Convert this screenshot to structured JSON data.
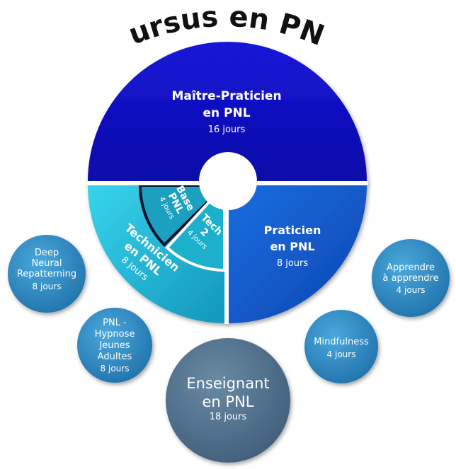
{
  "title": "Cursus en PNL",
  "colors": {
    "maitre": "#1010c8",
    "praticien": "#1460d0",
    "technicien": "#22b4d4",
    "base": "#1a9cbc",
    "tech2": "#1aa8c8",
    "enseignant": "#50708c",
    "bubble": "#2c8cc4"
  },
  "wheel": {
    "maitre": {
      "line1": "Maître-Praticien",
      "line2": "en PNL",
      "days": "16 jours"
    },
    "praticien": {
      "line1": "Praticien",
      "line2": "en PNL",
      "days": "8 jours"
    },
    "technicien": {
      "line1": "Technicien",
      "line2": "en PNL",
      "days": "8 jours"
    },
    "base": {
      "line1": "Base",
      "line2": "PNL",
      "days": "4 jours"
    },
    "tech2": {
      "line1": "Tech",
      "line2": "2",
      "days": "4 jours"
    }
  },
  "bubbles": {
    "deep": {
      "line1": "Deep",
      "line2": "Neural",
      "line3": "Repatterning",
      "days": "8 jours"
    },
    "hypnose": {
      "line1": "PNL -",
      "line2": "Hypnose",
      "line3": "Jeunes",
      "line4": "Adultes",
      "days": "8 jours"
    },
    "enseignant": {
      "line1": "Enseignant",
      "line2": "en PNL",
      "days": "18 jours"
    },
    "mindfulness": {
      "line1": "Mindfulness",
      "days": "4 jours"
    },
    "apprendre": {
      "line1": "Apprendre",
      "line2": "à apprendre",
      "days": "4 jours"
    }
  }
}
